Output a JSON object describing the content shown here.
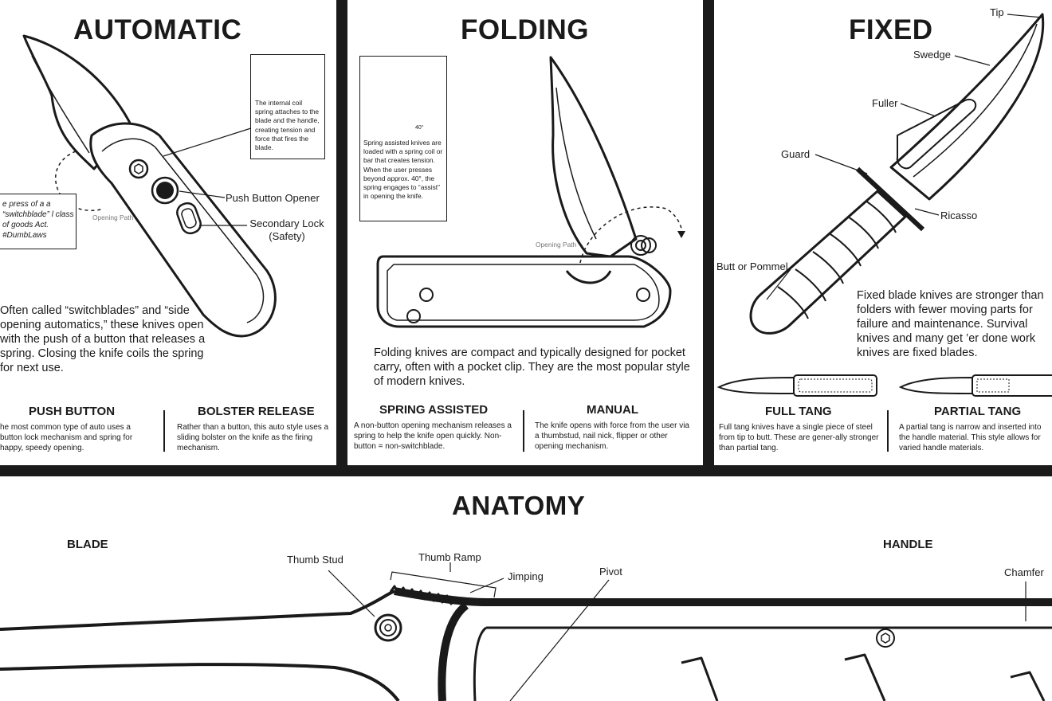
{
  "automatic": {
    "title": "AUTOMATIC",
    "coil_note": "The internal coil spring attaches to the blade and the handle, creating tension and force that fires the blade.",
    "law_note": "e press of a a “switchblade” l class of goods Act. #DumbLaws",
    "opening_path": "Opening Path",
    "push_button_label": "Push Button Opener",
    "secondary_lock_label": "Secondary Lock (Safety)",
    "description": "Often called “switchblades” and “side opening automatics,” these knives open with the push of a button that releases a spring. Closing the knife coils the spring for next use.",
    "push_button_title": "PUSH BUTTON",
    "push_button_text": "he most common type of auto uses a button lock mechanism and spring for happy, speedy opening.",
    "bolster_title": "BOLSTER RELEASE",
    "bolster_text": "Rather than a button, this auto style uses a sliding bolster on the knife as the firing mechanism."
  },
  "folding": {
    "title": "FOLDING",
    "spring_note": "Spring assisted knives are loaded with a spring coil or bar that creates tension. When the user presses beyond approx. 40°, the spring engages to “assist” in opening the knife.",
    "angle": "40°",
    "opening_path": "Opening Path",
    "description": "Folding knives are compact and typically designed for pocket carry, often with a pocket clip. They are the most popular style of modern knives.",
    "spring_title": "SPRING ASSISTED",
    "spring_text": "A non-button opening mechanism releases a spring to help the knife open quickly. Non-button = non-switchblade.",
    "manual_title": "MANUAL",
    "manual_text": "The knife opens with force from the user via a thumbstud, nail nick, flipper or other opening mechanism."
  },
  "fixed": {
    "title": "FIXED",
    "labels": {
      "tip": "Tip",
      "swedge": "Swedge",
      "fuller": "Fuller",
      "guard": "Guard",
      "ricasso": "Ricasso",
      "butt": "Butt or Pommel"
    },
    "description": "Fixed blade knives are stronger than folders with fewer moving parts for failure and maintenance. Survival knives and many get ’er done work knives are fixed blades.",
    "full_tang_title": "FULL TANG",
    "full_tang_text": "Full tang knives have a single piece of steel from tip to butt. These are gener-ally stronger than partial tang.",
    "partial_tang_title": "PARTIAL TANG",
    "partial_tang_text": "A partial tang is narrow and inserted into the handle material. This style allows for varied handle materials."
  },
  "anatomy": {
    "title": "ANATOMY",
    "blade": "BLADE",
    "handle": "HANDLE",
    "thumb_stud": "Thumb Stud",
    "thumb_ramp": "Thumb Ramp",
    "jimping": "Jimping",
    "pivot": "Pivot",
    "chamfer": "Chamfer"
  }
}
